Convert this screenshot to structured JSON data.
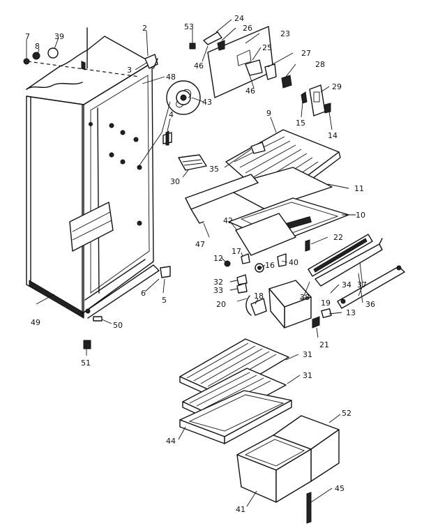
{
  "callouts": [
    "2",
    "3",
    "4",
    "5",
    "6",
    "7",
    "8",
    "9",
    "10",
    "11",
    "12",
    "13",
    "14",
    "15",
    "16",
    "17",
    "18",
    "19",
    "20",
    "21",
    "22",
    "23",
    "24",
    "25",
    "26",
    "27",
    "28",
    "29",
    "30",
    "31",
    "31",
    "32",
    "33",
    "34",
    "35",
    "36",
    "37",
    "38",
    "39",
    "40",
    "41",
    "42",
    "43",
    "44",
    "45",
    "46",
    "46",
    "47",
    "48",
    "49",
    "50",
    "51",
    "52",
    "53"
  ]
}
